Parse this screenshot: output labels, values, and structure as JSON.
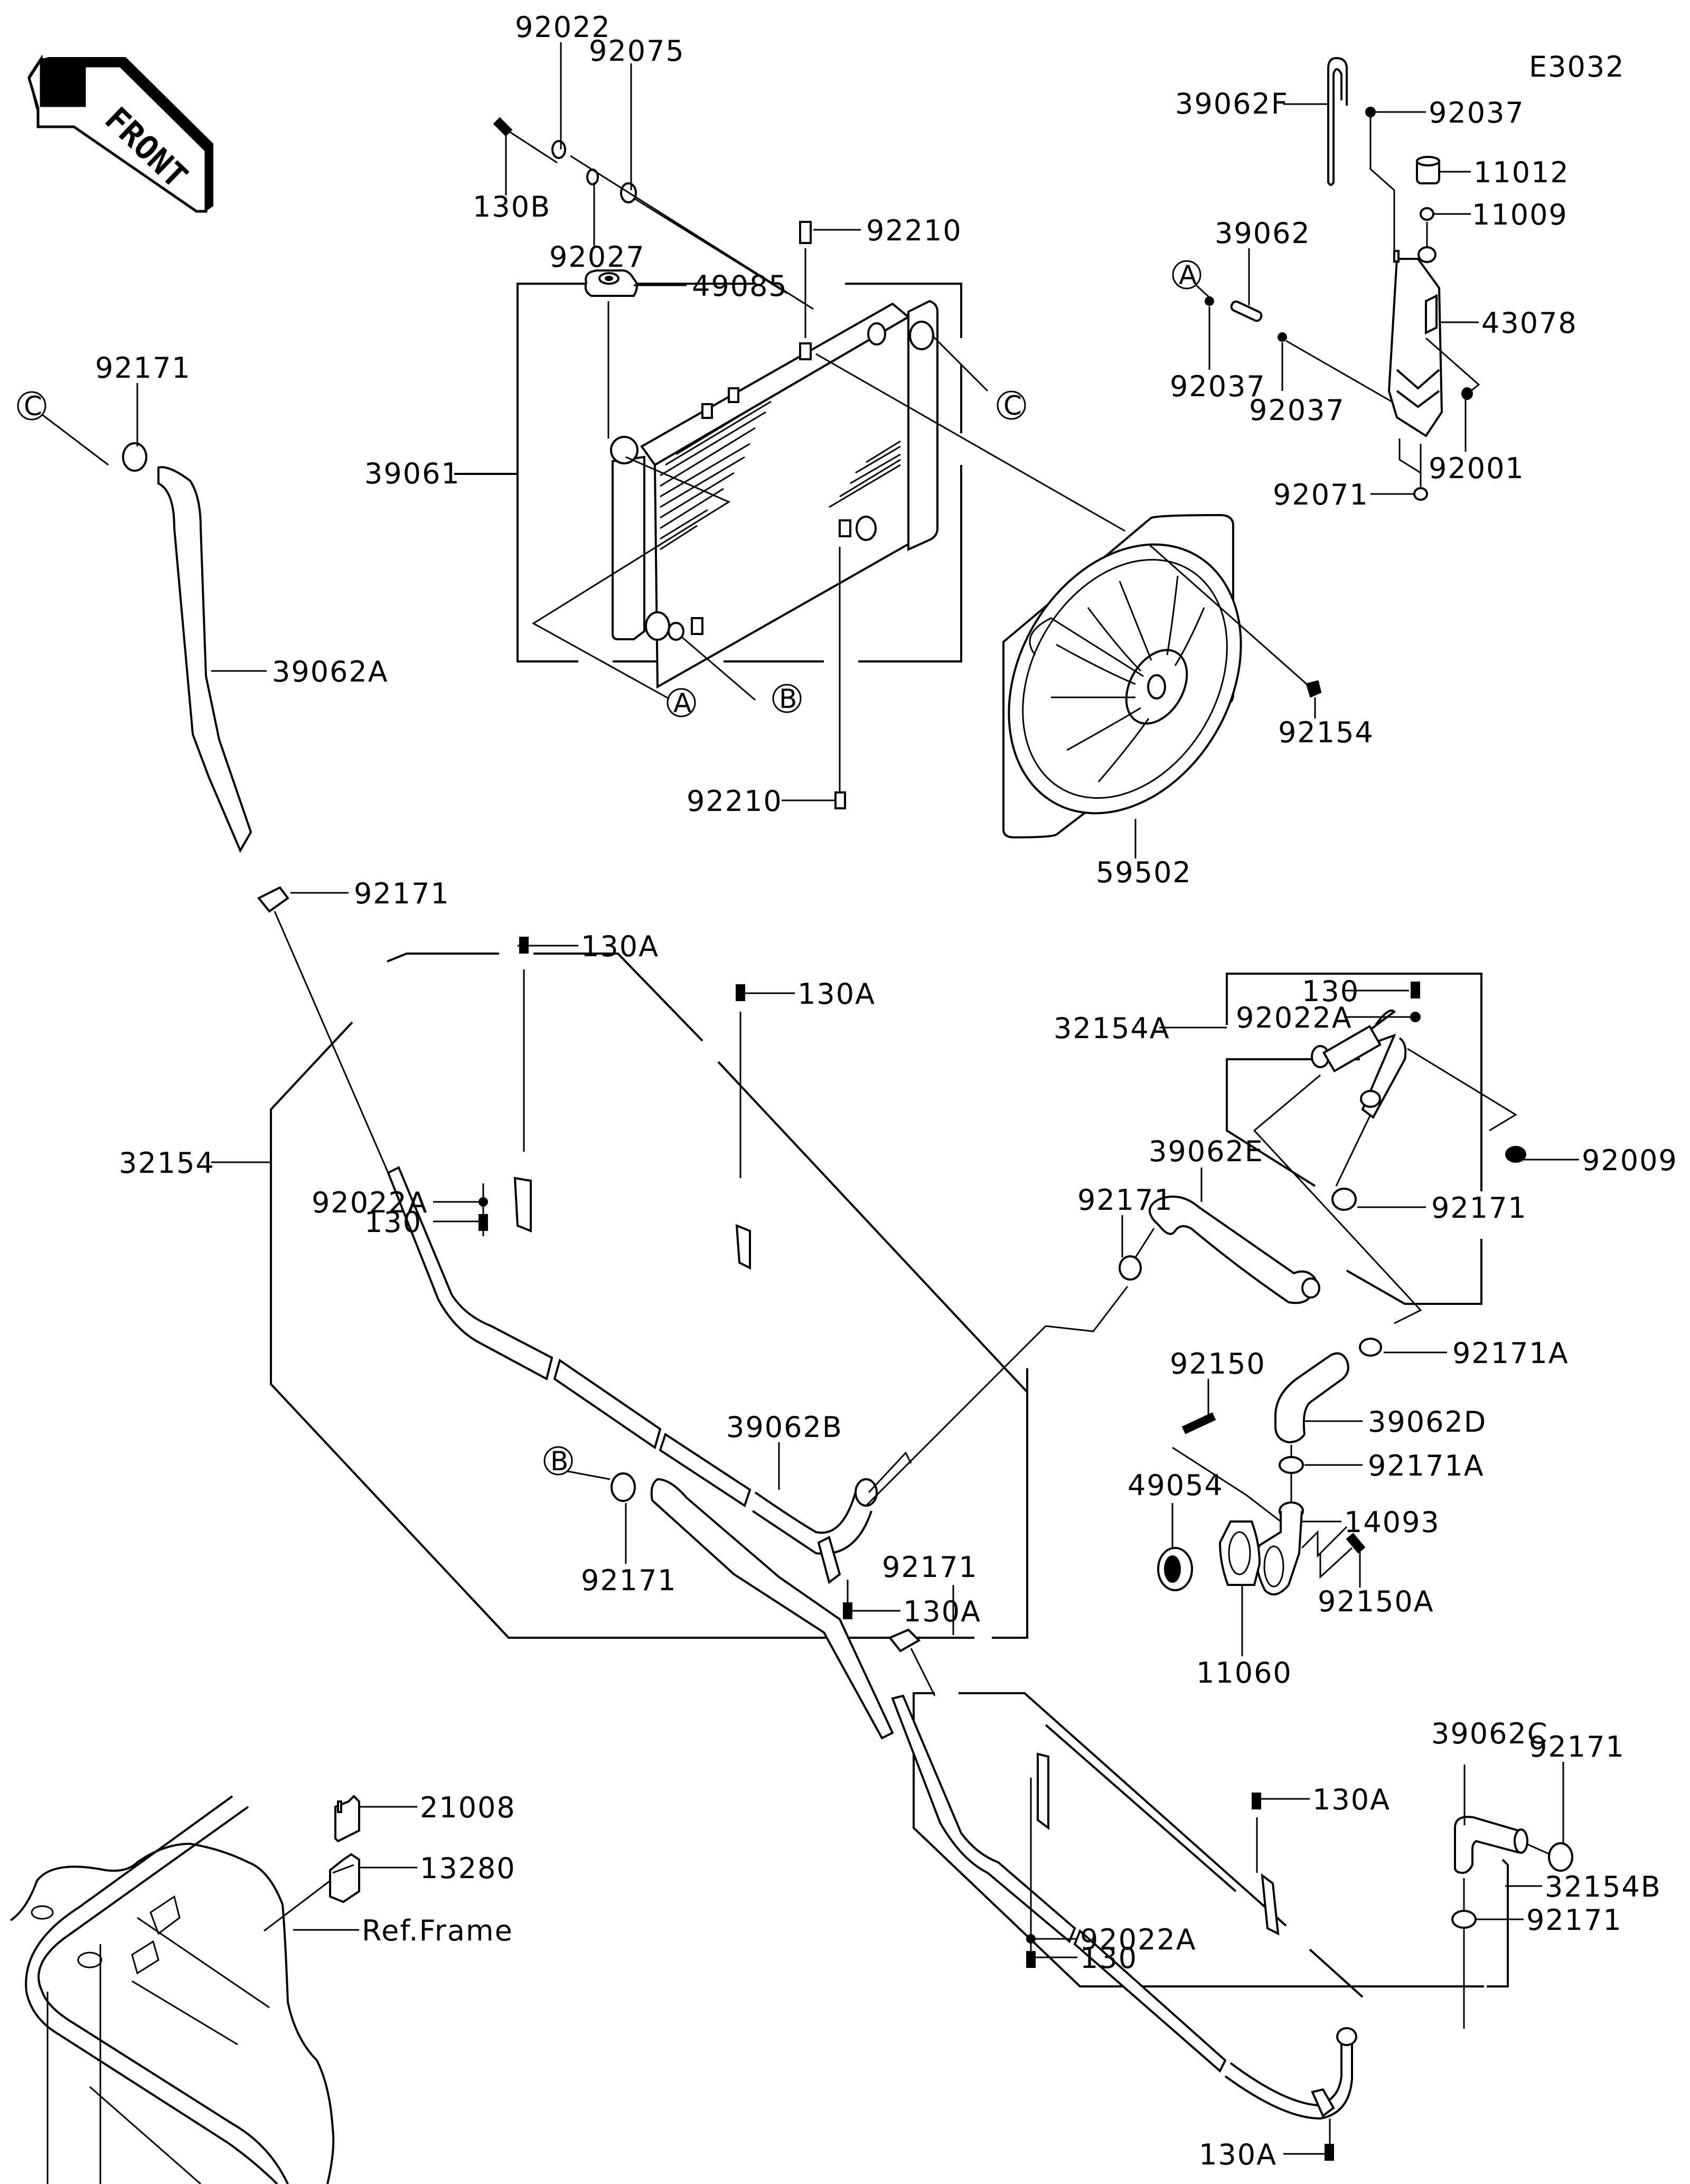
{
  "diagram": {
    "code": "E3032",
    "front_arrow": "FRONT",
    "ref_circles": {
      "a": "A",
      "b": "B",
      "c": "C"
    },
    "labels": {
      "p92022": "92022",
      "p92075": "92075",
      "p130B": "130B",
      "p92027": "92027",
      "p92210_top": "92210",
      "p49085": "49085",
      "p39061": "39061",
      "p92210_bot": "92210",
      "p92171_c": "92171",
      "p39062A": "39062A",
      "p92171_a": "92171",
      "p39062F": "39062F",
      "p92037_top": "92037",
      "p11012": "11012",
      "p11009": "11009",
      "p39062": "39062",
      "p43078": "43078",
      "p92037_l": "92037",
      "p92037_m": "92037",
      "p92001": "92001",
      "p92071": "92071",
      "p92154": "92154",
      "p59502": "59502",
      "p130A_1": "130A",
      "p130A_2": "130A",
      "p32154": "32154",
      "p92022A_1": "92022A",
      "p130_1": "130",
      "p130A_3": "130A",
      "p32154A": "32154A",
      "p130_2": "130",
      "p92022A_2": "92022A",
      "p92009": "92009",
      "p39062E": "39062E",
      "p92171_e1": "92171",
      "p92171_e2": "92171",
      "p92171A_1": "92171A",
      "p92150": "92150",
      "p39062D": "39062D",
      "p92171A_2": "92171A",
      "p49054": "49054",
      "p14093": "14093",
      "p11060": "11060",
      "p92150A": "92150A",
      "p39062B": "39062B",
      "p92171_b1": "92171",
      "p92171_b2": "92171",
      "p130A_4": "130A",
      "p39062C": "39062C",
      "p92171_c1": "92171",
      "p92171_c2": "92171",
      "p92022A_3": "92022A",
      "p130_3": "130",
      "p32154B": "32154B",
      "p130A_5": "130A",
      "p21008": "21008",
      "p13280": "13280",
      "ref_frame": "Ref.Frame"
    }
  }
}
